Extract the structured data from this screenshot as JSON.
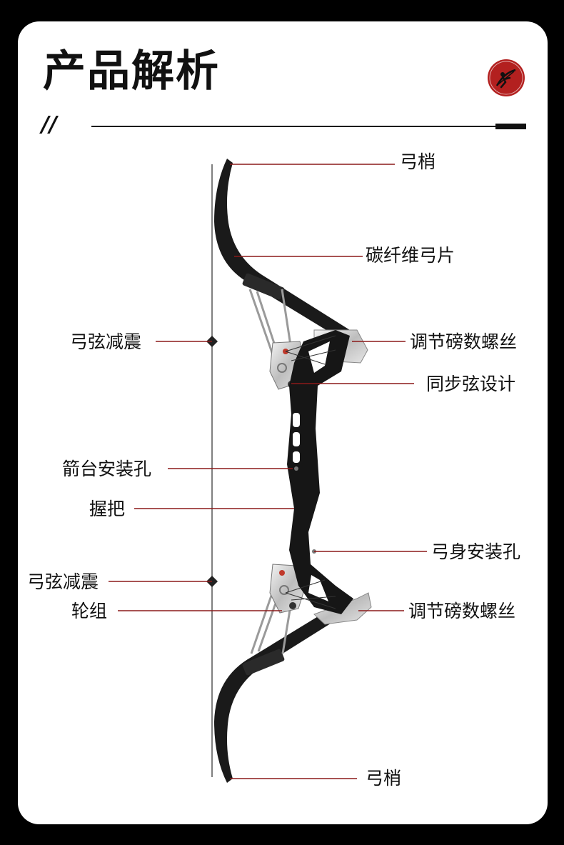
{
  "header": {
    "title": "产品解析",
    "slash_mark": "//"
  },
  "logo": {
    "icon": "archer-logo-icon",
    "color": "#b3201f"
  },
  "colors": {
    "leader_line": "#8b1a1a",
    "background": "#000000",
    "card": "#ffffff"
  },
  "labels": {
    "tip_top": "弓梢",
    "carbon_limb": "碳纤维弓片",
    "string_damper_top": "弓弦减震",
    "draw_weight_screw_top": "调节磅数螺丝",
    "sync_string": "同步弦设计",
    "arrow_rest_hole": "箭台安装孔",
    "grip": "握把",
    "riser_hole": "弓身安装孔",
    "string_damper_bottom": "弓弦减震",
    "wheel_set": "轮组",
    "draw_weight_screw_bottom": "调节磅数螺丝",
    "tip_bottom": "弓梢"
  }
}
